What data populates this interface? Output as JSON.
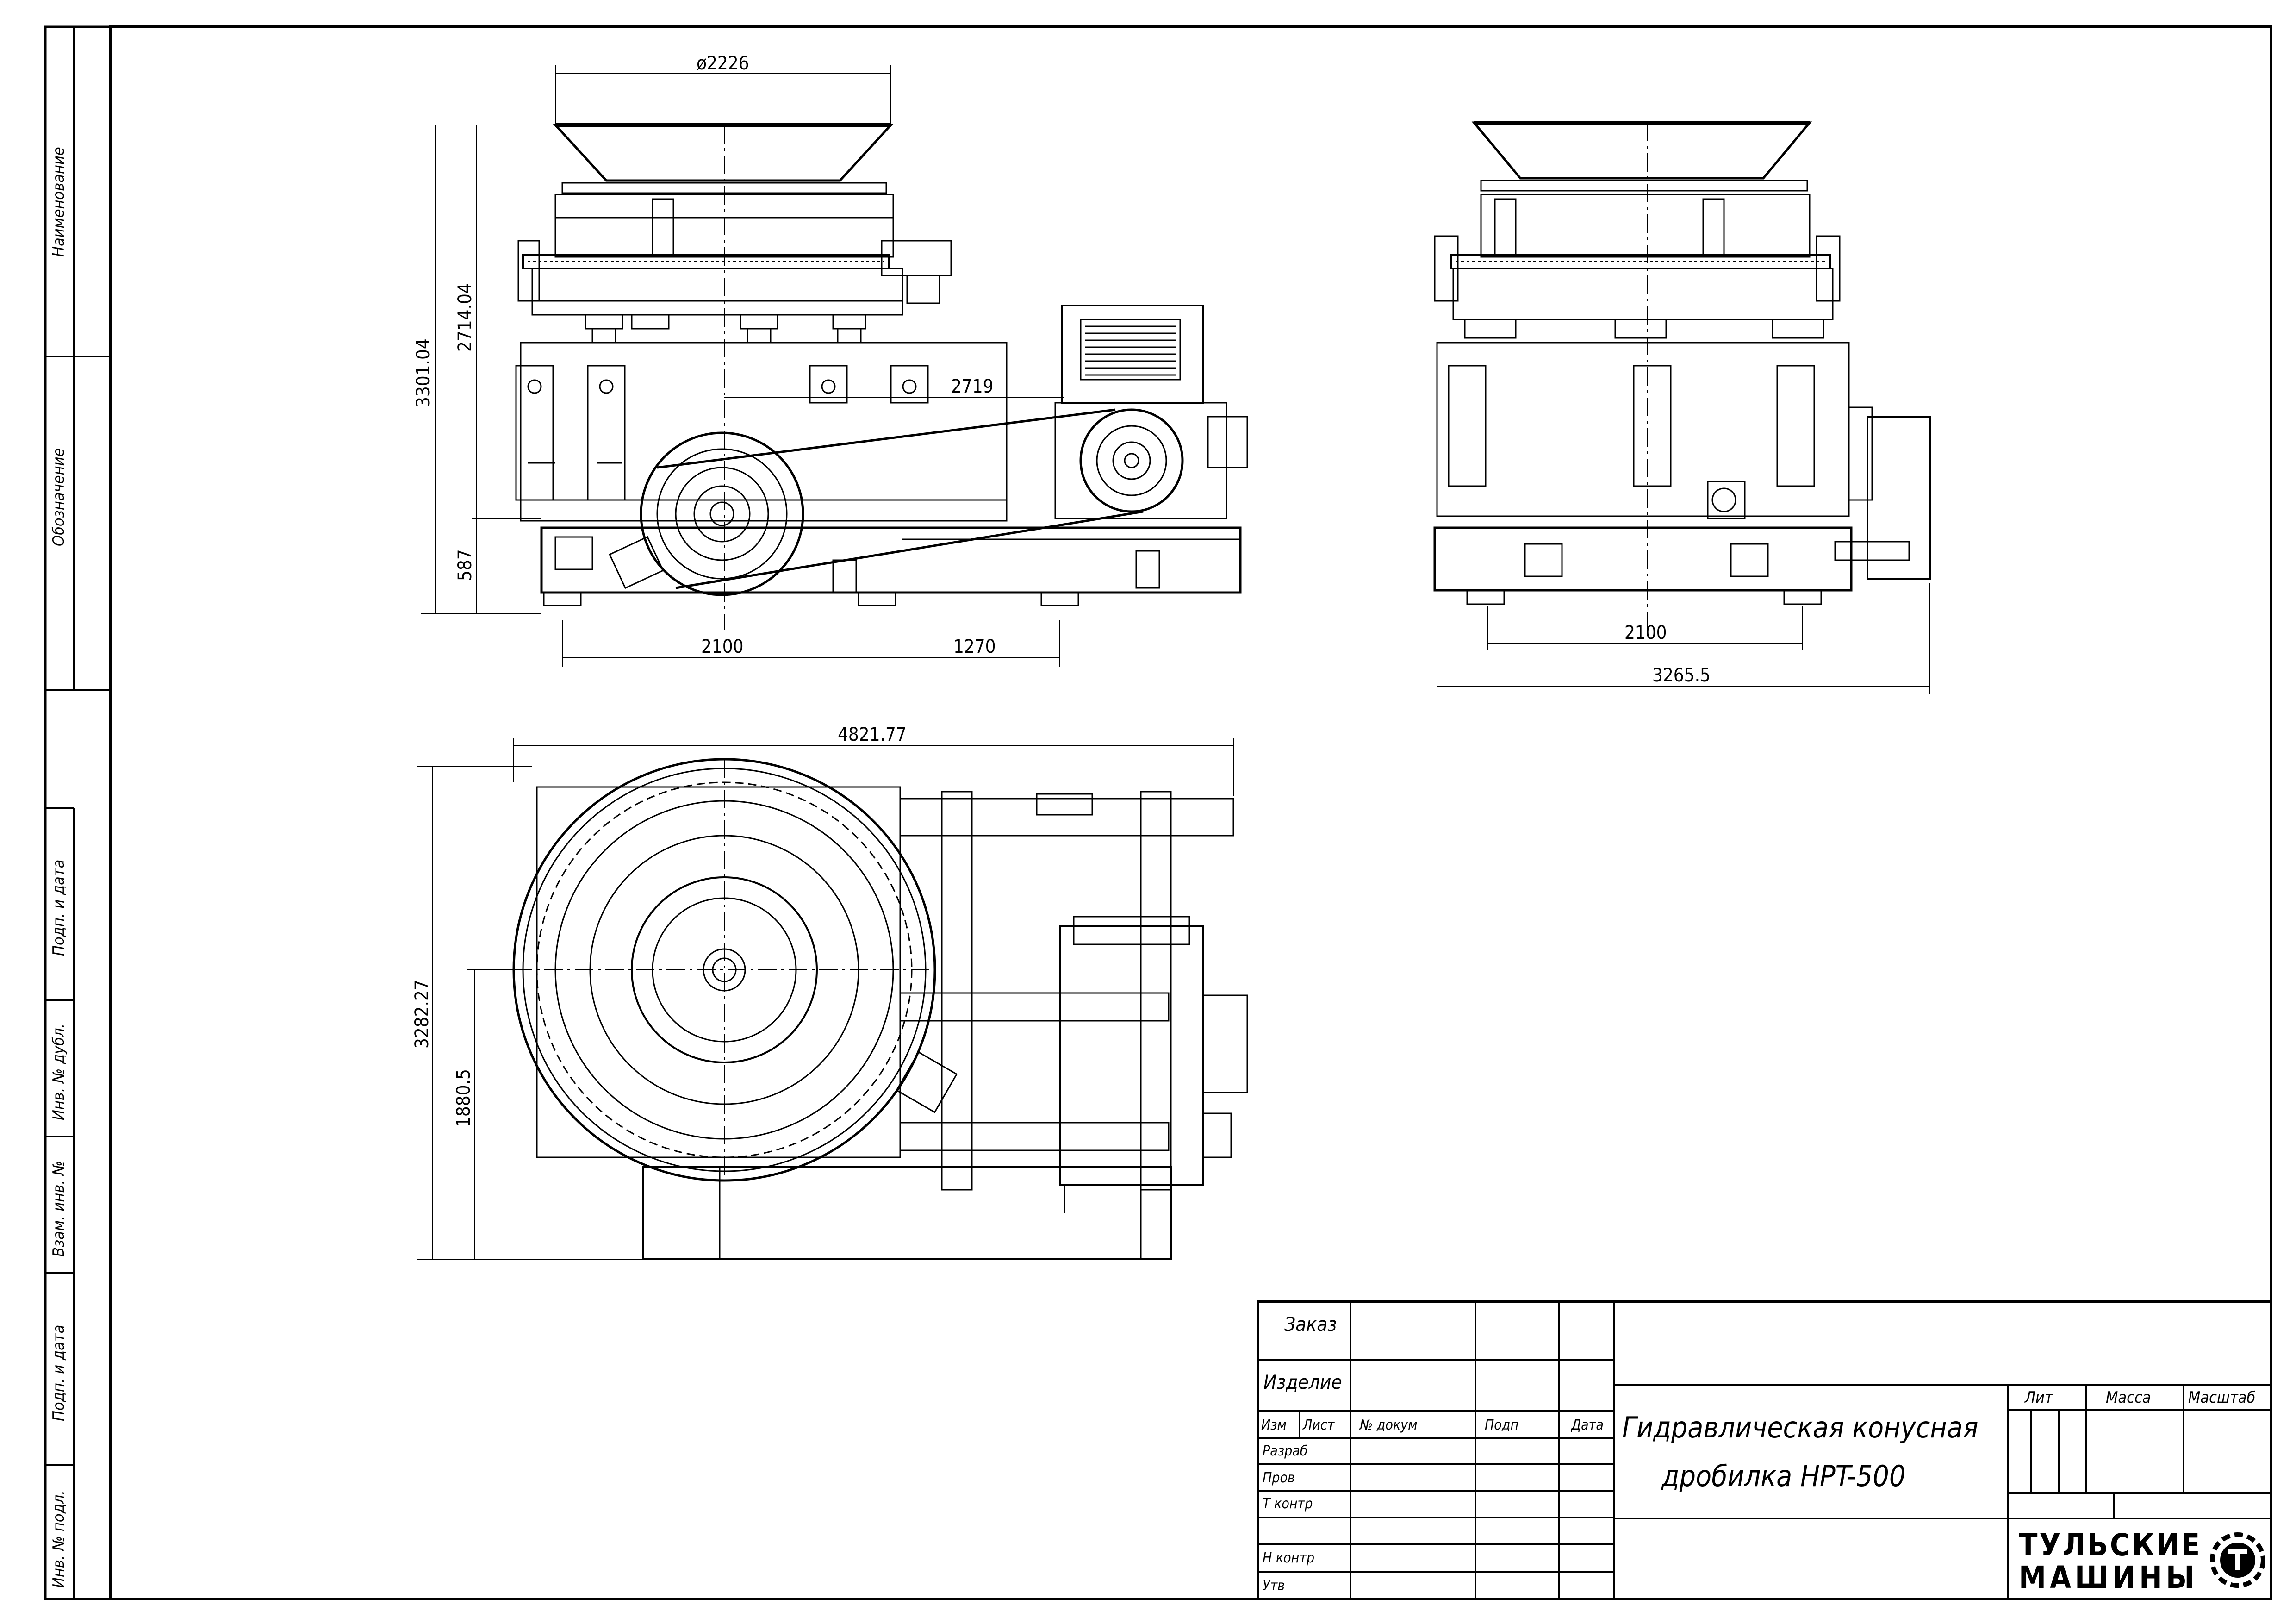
{
  "side_stamp": {
    "naimenovanie": "Наименование",
    "oboznachenie": "Обозначение",
    "podp_data_1": "Подп. и дата",
    "inv_dubl": "Инв. № дубл.",
    "vzam_inv": "Взам. инв. №",
    "podp_data_2": "Подп. и дата",
    "inv_podl": "Инв. № подл."
  },
  "front_view": {
    "dim_top_diameter": "ø2226",
    "dim_total_height": "3301.04",
    "dim_upper_height": "2714.04",
    "dim_base_height": "587",
    "dim_motor_offset": "2719",
    "dim_base_left": "2100",
    "dim_base_right": "1270"
  },
  "side_view": {
    "dim_base": "2100",
    "dim_overall": "3265.5"
  },
  "top_view": {
    "dim_length": "4821.77",
    "dim_width": "3282.27",
    "dim_center": "1880.5"
  },
  "title_block": {
    "zakaz": "Заказ",
    "izdelie": "Изделие",
    "cols": {
      "izm": "Изм",
      "list": "Лист",
      "n_dokum": "№ докум",
      "podp": "Подп",
      "data": "Дата"
    },
    "rows": {
      "razrab": "Разраб",
      "prov": "Пров",
      "t_kontr": "Т контр",
      "n_kontr": "Н контр",
      "utv": "Утв"
    },
    "title_line1": "Гидравлическая конусная",
    "title_line2": "дробилка HPT-500",
    "lit": "Лит",
    "massa": "Масса",
    "masshtab": "Масштаб",
    "company_line1": "ТУЛЬСКИЕ",
    "company_line2": "МАШИНЫ"
  }
}
